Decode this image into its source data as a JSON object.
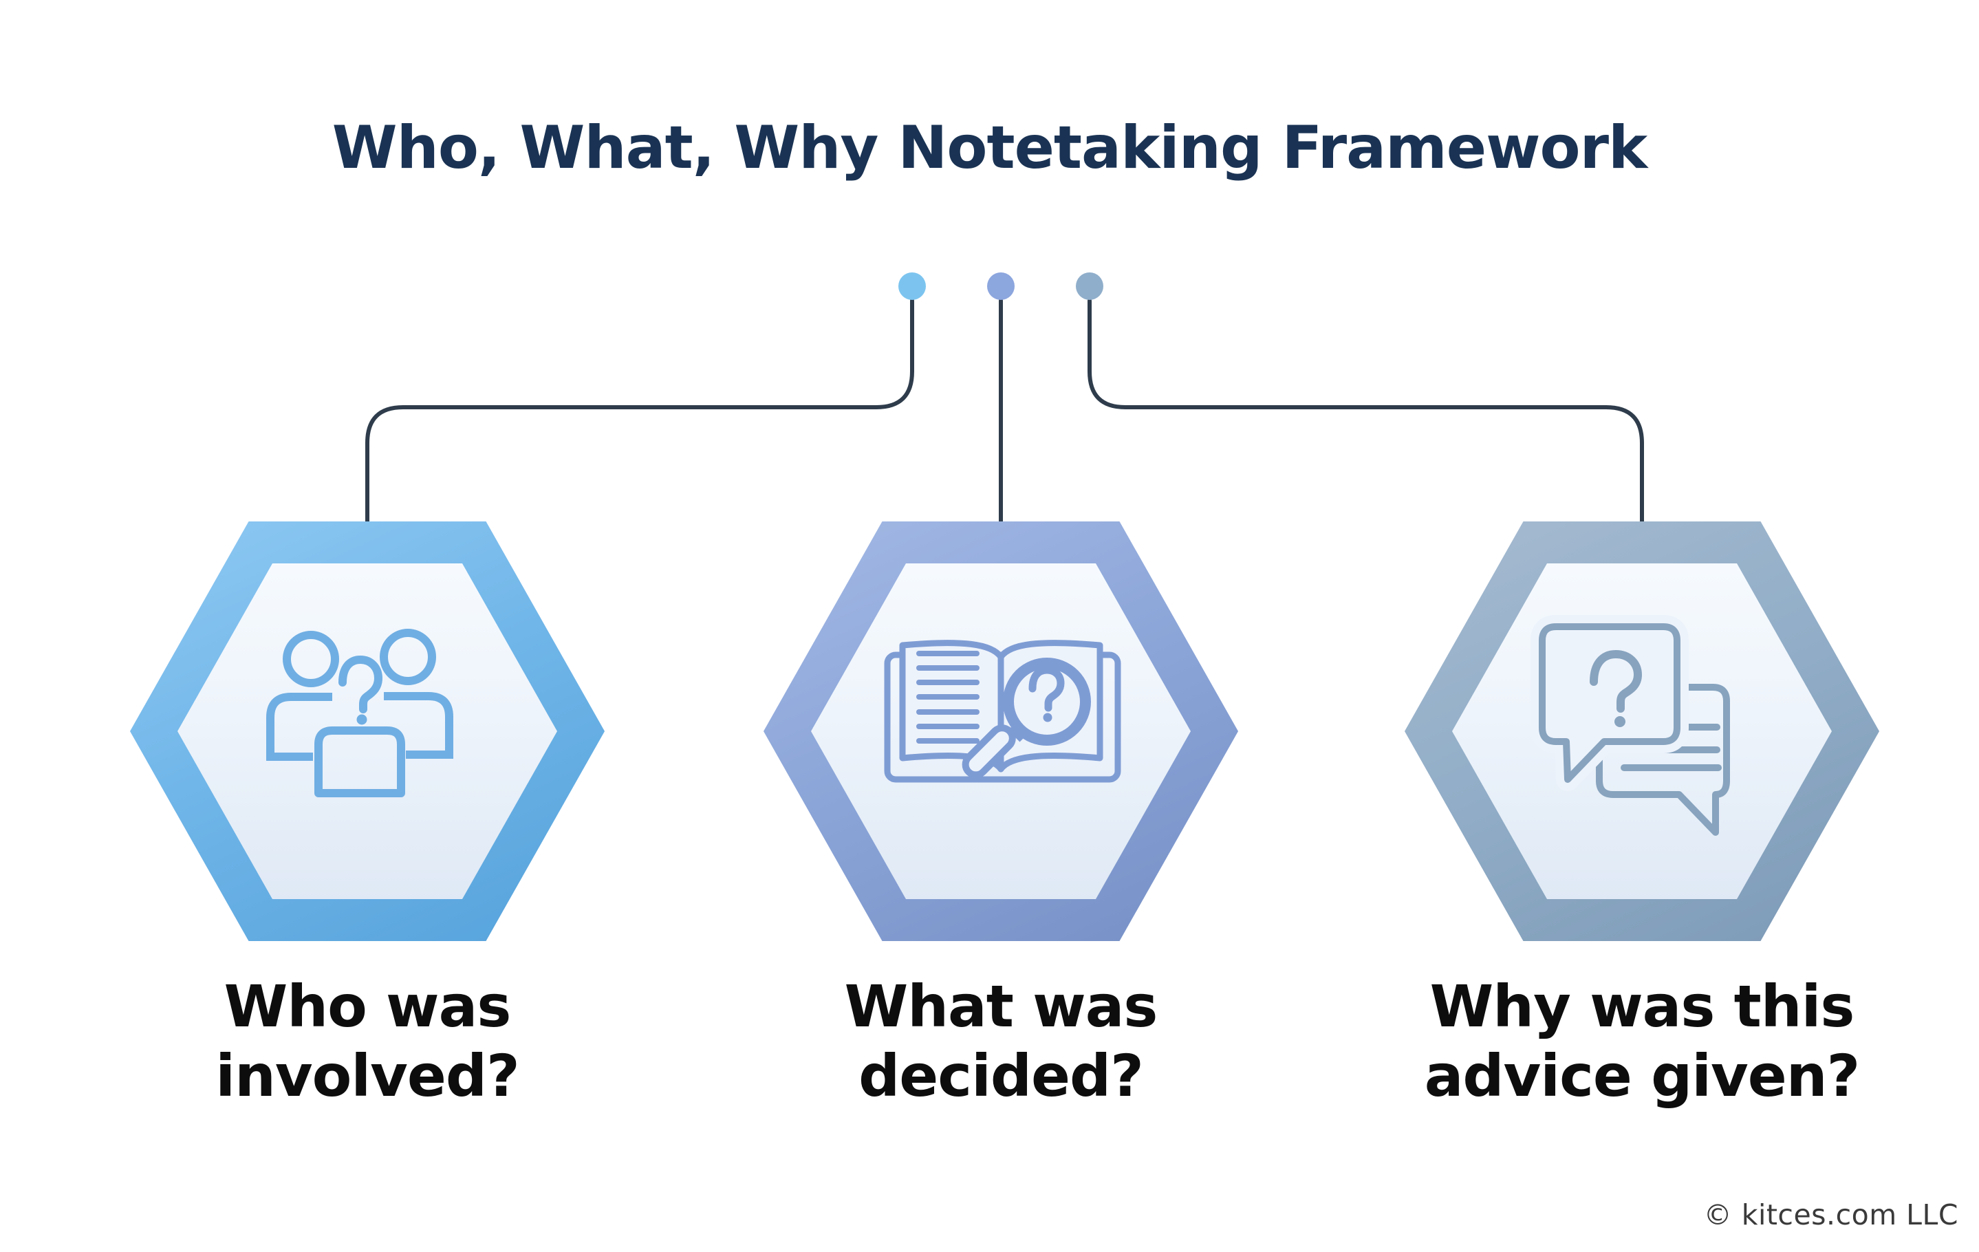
{
  "title": {
    "text": "Who, What, Why Notetaking Framework",
    "color": "#1A3354"
  },
  "connectors": {
    "line_color": "#2E3C4B"
  },
  "footer": {
    "copyright": "© kitces.com LLC",
    "color": "#3A3A3A"
  },
  "cards": [
    {
      "id": "who",
      "label": [
        "Who was",
        "involved?"
      ],
      "icon": "people-question-icon",
      "dot_color": "#7CC4EF",
      "hex_gradient_from": "#8FC9F3",
      "hex_gradient_mid": "#6FB5E8",
      "hex_gradient_to": "#55A2DB",
      "icon_color": "#6FAEE3"
    },
    {
      "id": "what",
      "label": [
        "What was",
        "decided?"
      ],
      "icon": "book-magnifier-question-icon",
      "dot_color": "#8CA6DE",
      "hex_gradient_from": "#A3B9E5",
      "hex_gradient_mid": "#8BA5D8",
      "hex_gradient_to": "#7690C6",
      "icon_color": "#7E9CD4"
    },
    {
      "id": "why",
      "label": [
        "Why was this",
        "advice given?"
      ],
      "icon": "chat-bubbles-question-icon",
      "dot_color": "#8FAECB",
      "hex_gradient_from": "#A6BBD1",
      "hex_gradient_mid": "#91ADC7",
      "hex_gradient_to": "#7C99B6",
      "icon_color": "#87A3BE"
    }
  ]
}
